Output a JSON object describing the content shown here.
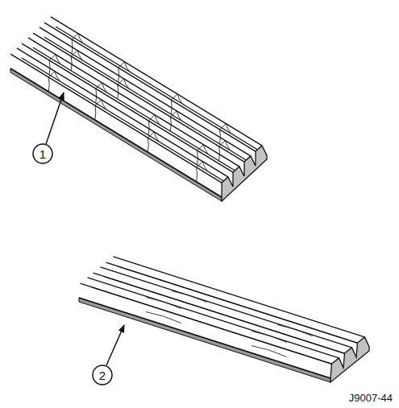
{
  "diagram": {
    "labels": [
      "1",
      "2",
      "J9007-44"
    ]
  }
}
